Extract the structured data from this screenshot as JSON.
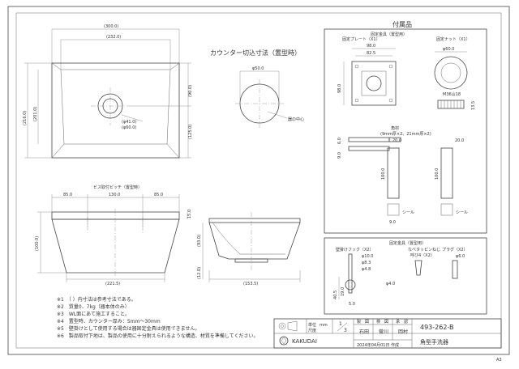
{
  "sheet_corner": "A3",
  "main": {
    "top_view": {
      "width_overall": "(300.0)",
      "width_inner": "(232.0)",
      "height_overall": "(216.0)",
      "height_inner": "(201.0)",
      "side_right": "(90.0)",
      "bottom_right": "(125.0)",
      "drain_1": "(φ41.0)",
      "drain_2": "(φ60.0)"
    },
    "cutout": {
      "title": "カウンター切込寸法（置型時）",
      "diameter": "φ50.0",
      "center_note": "器の中心"
    },
    "front_view": {
      "pitch_title": "ビス取付ピッチ（置型時）",
      "left": "85.0",
      "center": "130.0",
      "right": "85.0",
      "height": "(100.0)",
      "rim": "15.0",
      "bottom_width": "(221.5)"
    },
    "side_view": {
      "h1": "(93.0)",
      "h2": "(12.0)",
      "bottom_width": "(153.5)"
    }
  },
  "accessories": {
    "title": "付属品",
    "plate_title": "固定プレート（X1）",
    "plate_sub": "固定金具（置型用）",
    "plate_w1": "98.0",
    "plate_w2": "82.5",
    "plate_h": "98.0",
    "nut_title": "固定ナット（X1）",
    "nut_dia": "φ60.0",
    "screw": "M36山18",
    "screw_h": "13.5",
    "pin_title": "角材",
    "pin_sub": "(9mm厚×2、21mm厚×2)",
    "pin_w1": "20.0",
    "pin_w2": "20.0",
    "pin_h1": "6.0",
    "pin_h2": "9.0",
    "pin_len1": "100.0",
    "pin_len2": "100.0",
    "pin_9": "9.0",
    "seal1": "シール",
    "seal2": "シール",
    "bottom_title": "固定金具（置型用）",
    "clip_title": "壁掛けフック（X2）",
    "clip_d1": "φ10.0",
    "clip_d2": "φ8.3",
    "clip_d3": "φ4.8",
    "clip_d4": "φ4.0",
    "clip_l1": "40.5",
    "clip_l2": "19.0",
    "clip_l3": "5.0",
    "screw2_title": "なべタッピンねじ",
    "screw2_sub": "呼び4（X2）",
    "plug_title": "プラグ（X2）",
    "plug_d": "φ6.0"
  },
  "notes": [
    "※1　（ ）内寸法は参考寸法である。",
    "※2　質量0．7kg（器本体のみ）",
    "※3　WL面にあて施工すること。",
    "※4　置型時、カウンター厚み：5mm〜30mm",
    "※5　壁掛けとして使用する場合は器固定金具は使用できません。",
    "※6　製品取付下地は、製品の使用に十分耐えられるような構造、材質を準備してください。"
  ],
  "title_block": {
    "unit_label": "単位",
    "unit_value": "mm",
    "scale_label": "尺度",
    "scale_num": "1",
    "scale_den": "3",
    "col_draw": "製　図",
    "col_check": "検　図",
    "col_approve": "承　認",
    "name_draw": "石田",
    "name_check": "菅川",
    "name_approve": "岡村",
    "brand": "KAKUDAI",
    "date": "2024年04月01日 作成",
    "part_no": "493-262-B",
    "product": "角型手洗器"
  }
}
